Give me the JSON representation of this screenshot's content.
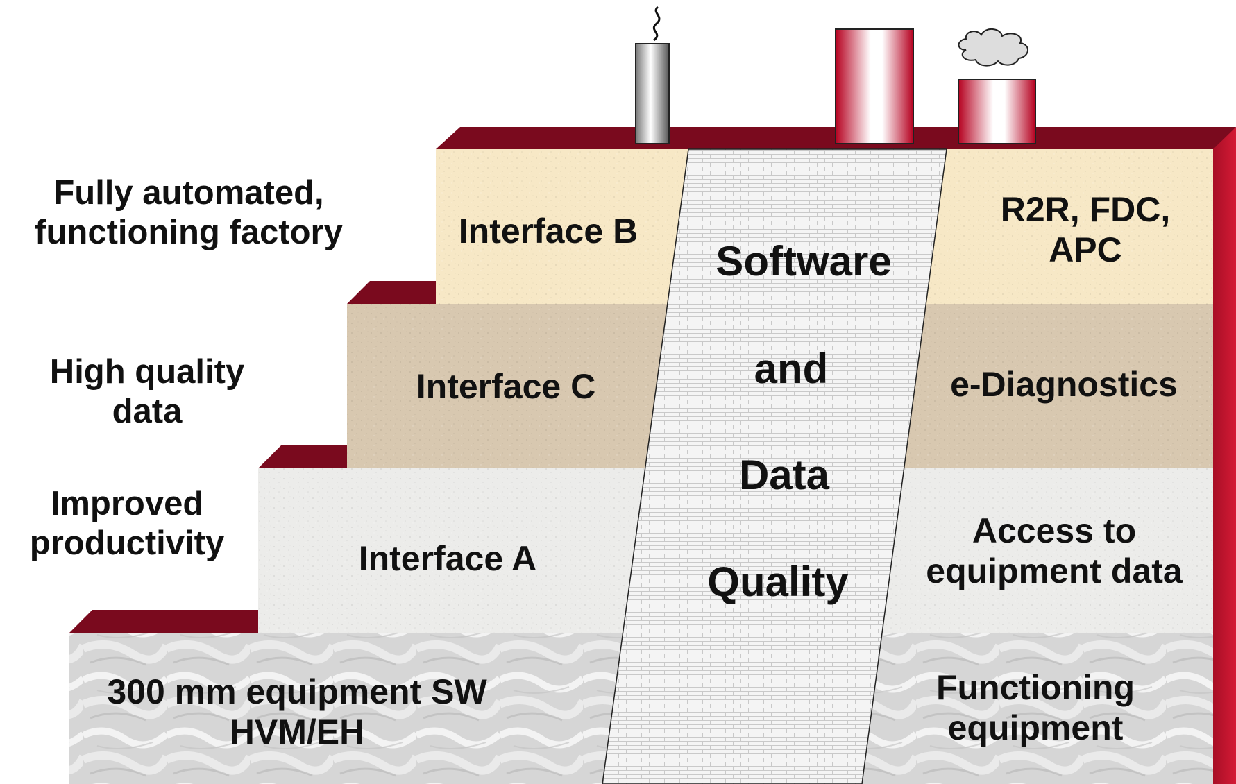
{
  "left_labels": {
    "fully_automated": [
      "Fully automated,",
      "functioning factory"
    ],
    "high_quality": [
      "High quality",
      "data"
    ],
    "improved": [
      "Improved",
      "productivity"
    ]
  },
  "step_labels": {
    "interface_b": "Interface B",
    "interface_c": "Interface C",
    "interface_a": "Interface A",
    "base": [
      "300 mm equipment SW",
      "HVM/EH"
    ]
  },
  "center_column": {
    "software": "Software",
    "and": "and",
    "data": "Data",
    "quality": "Quality"
  },
  "right_labels": {
    "r2r": [
      "R2R, FDC,",
      "APC"
    ],
    "ediag": "e-Diagnostics",
    "access": [
      "Access to",
      "equipment data"
    ],
    "functioning": [
      "Functioning",
      "equipment"
    ]
  },
  "colors": {
    "ledge": "#7a0a1e",
    "ledge_side": "#c4142e",
    "step_top": "#f7e8c6",
    "step_2": "#d8c8b0",
    "step_3": "#ececea",
    "step_base": "#d9d9d9",
    "column": "#f2f2f2",
    "chimney_red": "#c8102e"
  }
}
